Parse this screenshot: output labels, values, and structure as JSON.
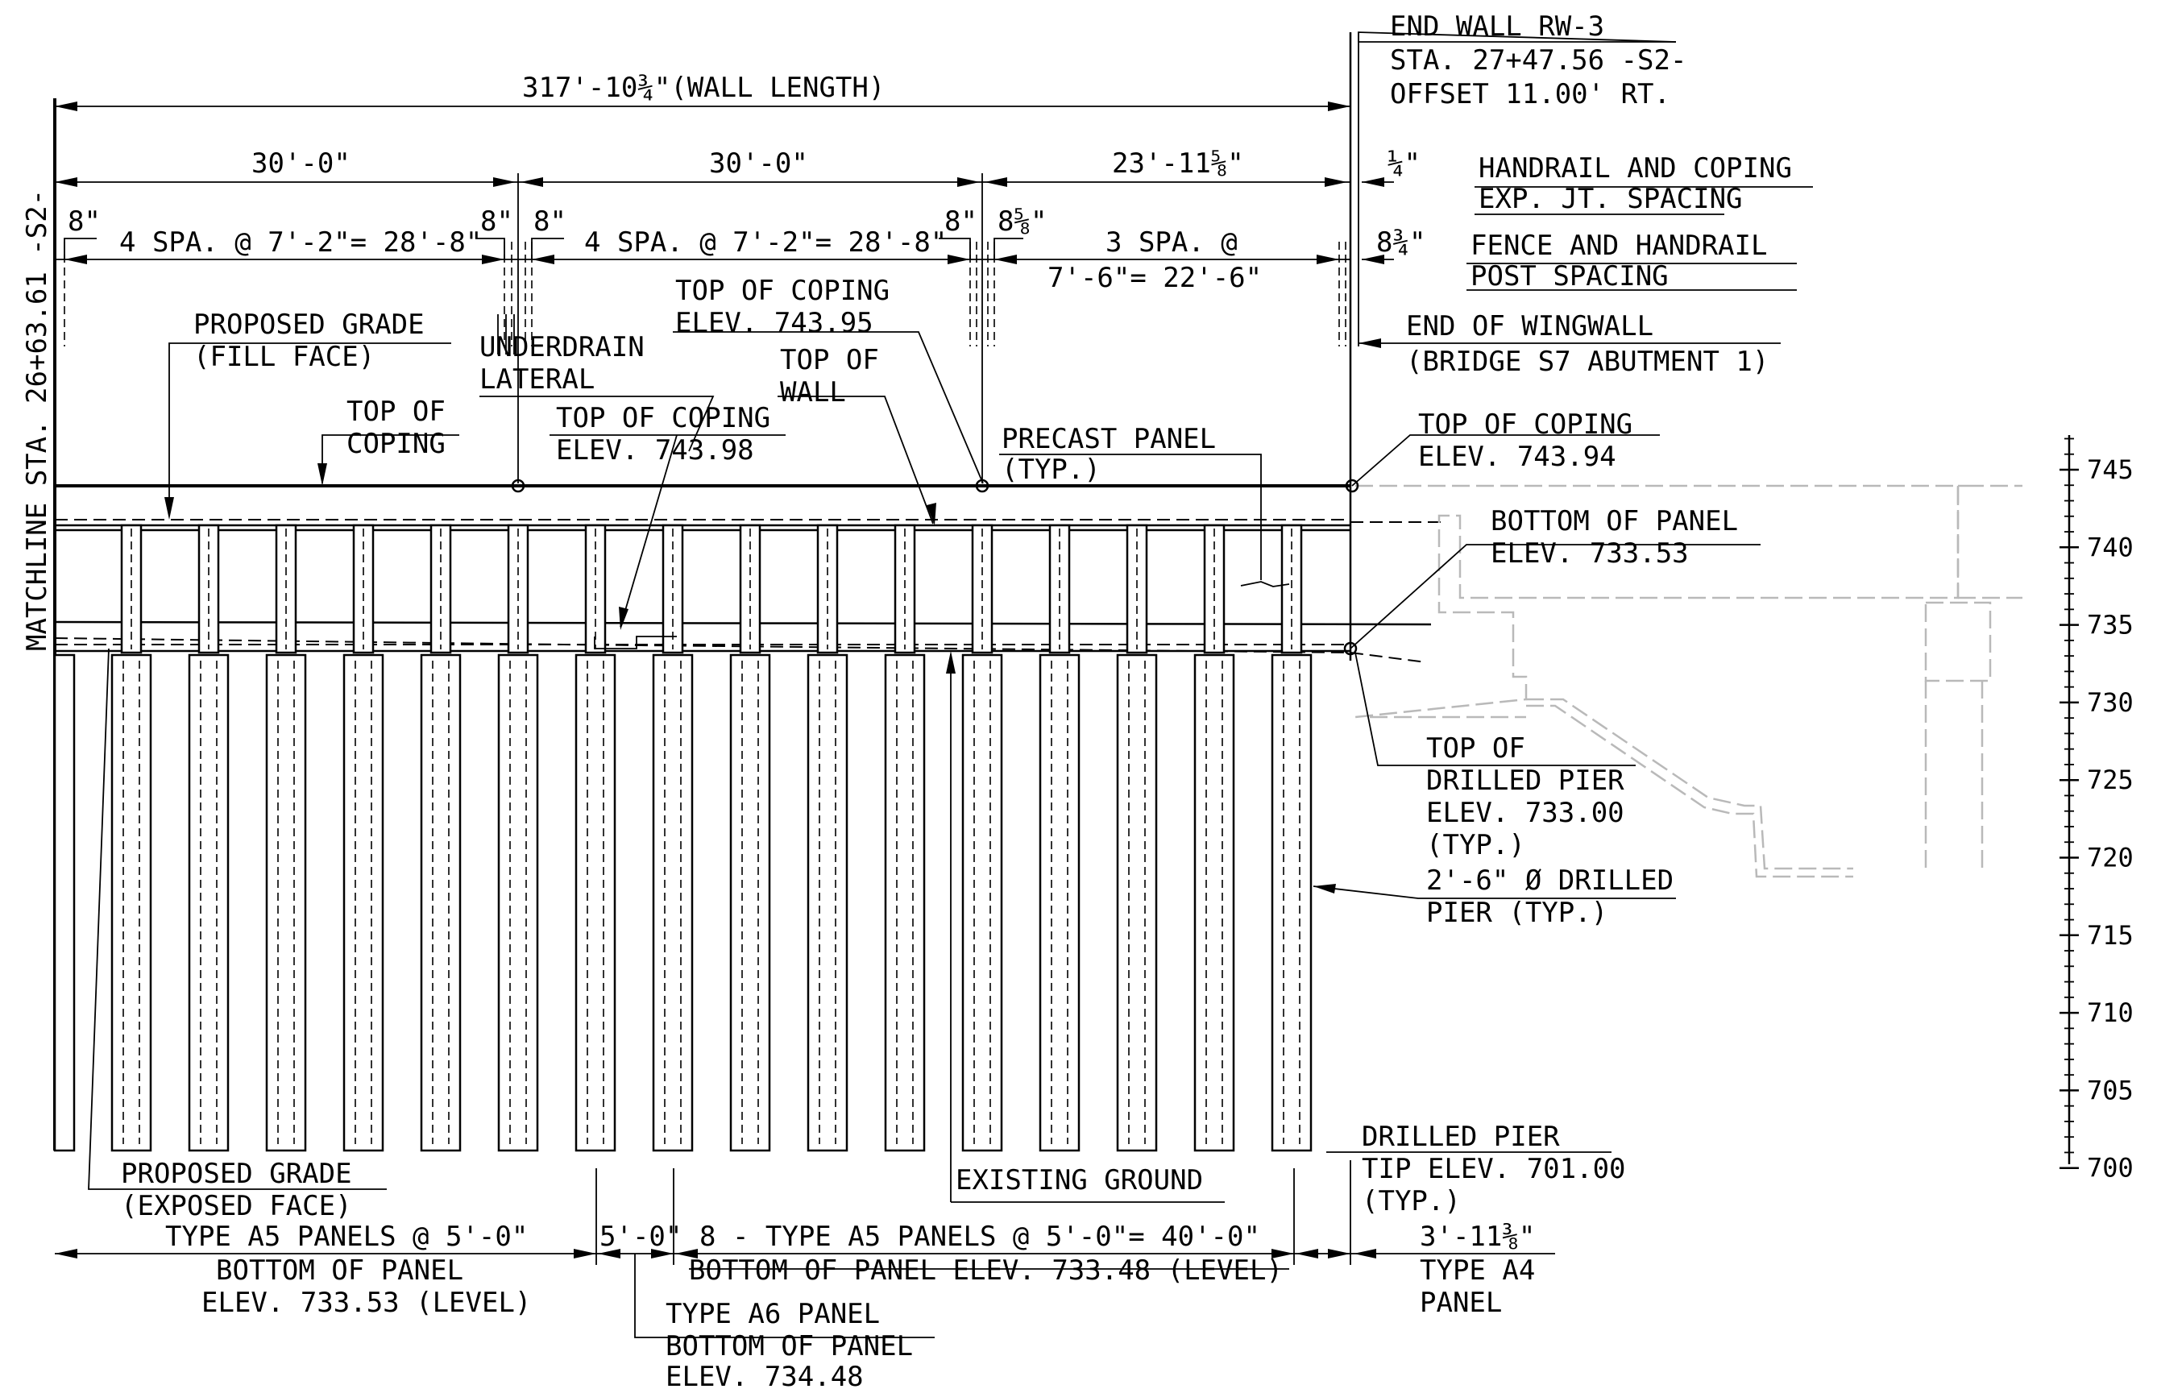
{
  "drawing": {
    "end_wall": [
      "END WALL RW-3",
      "STA. 27+47.56 -S2-",
      "OFFSET 11.00' RT."
    ],
    "wall_length": "317'-10¾\"(WALL LENGTH)",
    "matchline": "MATCHLINE STA. 26+63.61 -S2-",
    "dimensions": {
      "seg1": "30'-0\"",
      "seg2": "30'-0\"",
      "seg3": "23'-11⅝\"",
      "end_gap": "¼\"",
      "left_8": "8\"",
      "spa1": "4 SPA. @ 7'-2\"= 28'-8\"",
      "mid_8a": "8\"",
      "mid_8b": "8\"",
      "spa2": "4 SPA. @ 7'-2\"= 28'-8\"",
      "mid_8c": "8\"",
      "mid_858": "8⅝\"",
      "spa3_line1": "3 SPA. @",
      "spa3_line2": "7'-6\"= 22'-6\"",
      "end_834": "8¾\""
    },
    "handrail_expjt": [
      "HANDRAIL AND COPING",
      "EXP. JT. SPACING"
    ],
    "fence_post": [
      "FENCE AND HANDRAIL",
      "POST  SPACING"
    ],
    "end_of_wingwall": [
      "END OF WINGWALL",
      "(BRIDGE S7 ABUTMENT 1)"
    ],
    "proposed_grade_fill": [
      "PROPOSED GRADE",
      "(FILL FACE)"
    ],
    "underdrain": [
      "UNDERDRAIN",
      "LATERAL"
    ],
    "top_of_coping_a": [
      "TOP OF COPING",
      "ELEV. 743.95"
    ],
    "top_of_wall": [
      "TOP OF",
      "WALL"
    ],
    "top_of_coping_left": [
      "TOP OF",
      "COPING"
    ],
    "top_of_coping_b": [
      "TOP OF COPING",
      "ELEV. 743.98"
    ],
    "precast_panel": [
      "PRECAST PANEL",
      "(TYP.)"
    ],
    "top_of_coping_c": [
      "TOP OF COPING",
      "ELEV. 743.94"
    ],
    "bottom_of_panel": [
      "BOTTOM OF PANEL",
      "ELEV. 733.53"
    ],
    "top_drilled_pier": [
      "TOP OF",
      "DRILLED PIER",
      "ELEV. 733.00",
      "(TYP.)"
    ],
    "drilled_pier_dia": [
      "2'-6\" Ø DRILLED",
      "PIER (TYP.)"
    ],
    "drilled_pier_tip": [
      "DRILLED PIER",
      "TIP ELEV. 701.00",
      "(TYP.)"
    ],
    "proposed_grade_exposed": [
      "PROPOSED GRADE",
      "(EXPOSED FACE)"
    ],
    "existing_ground": "EXISTING GROUND",
    "type_a5_left": [
      "TYPE A5 PANELS @ 5'-0\"",
      "BOTTOM OF PANEL",
      "ELEV. 733.53 (LEVEL)"
    ],
    "five_ft": "5'-0\"",
    "type_a5_right": [
      "8 - TYPE A5 PANELS @ 5'-0\"= 40'-0\"",
      "BOTTOM OF PANEL ELEV. 733.48 (LEVEL)"
    ],
    "type_a4": [
      "3'-11⅜\"",
      "TYPE A4",
      "PANEL"
    ],
    "type_a6": [
      "TYPE A6 PANEL",
      "BOTTOM OF PANEL",
      "ELEV. 734.48"
    ],
    "elevation_scale": [
      "745",
      "740",
      "735",
      "730",
      "725",
      "720",
      "715",
      "710",
      "705",
      "700"
    ]
  }
}
